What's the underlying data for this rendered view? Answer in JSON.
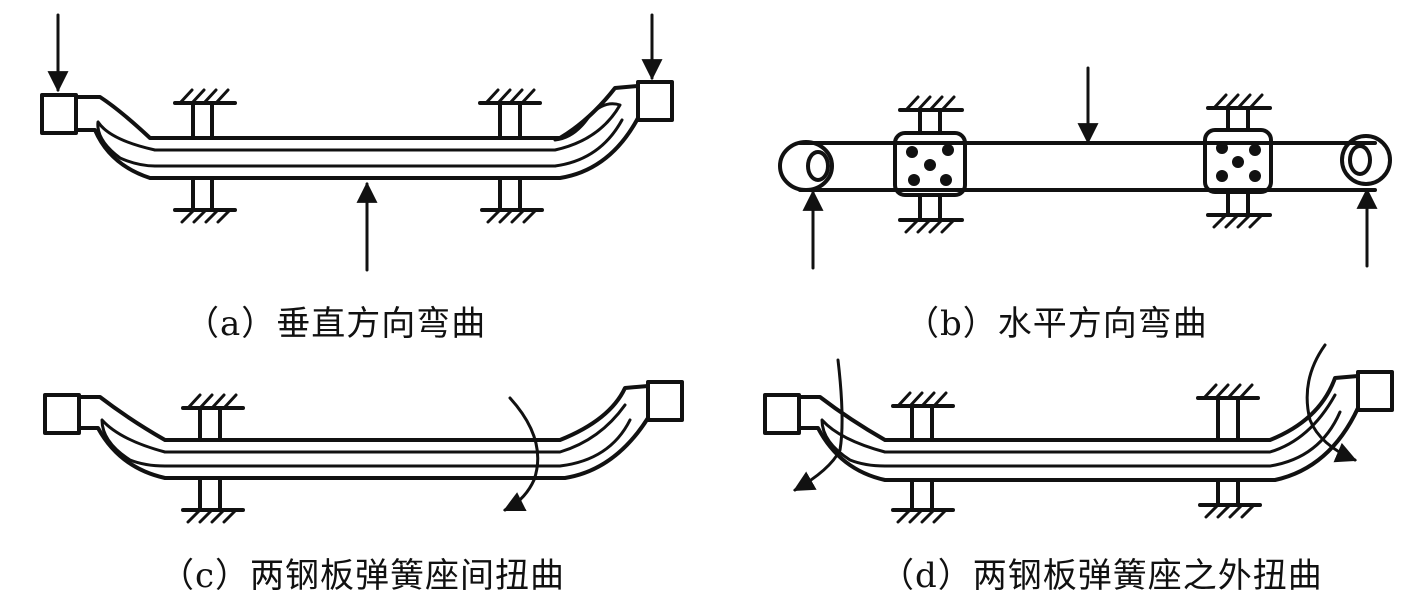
{
  "panels": [
    {
      "id": "a",
      "caption": "（a）垂直方向弯曲"
    },
    {
      "id": "b",
      "caption": "（b）水平方向弯曲"
    },
    {
      "id": "c",
      "caption": "（c）两钢板弹簧座间扭曲"
    },
    {
      "id": "d",
      "caption": "（d）两钢板弹簧座之外扭曲"
    }
  ],
  "colors": {
    "ink": "#111111",
    "background": "#ffffff"
  }
}
